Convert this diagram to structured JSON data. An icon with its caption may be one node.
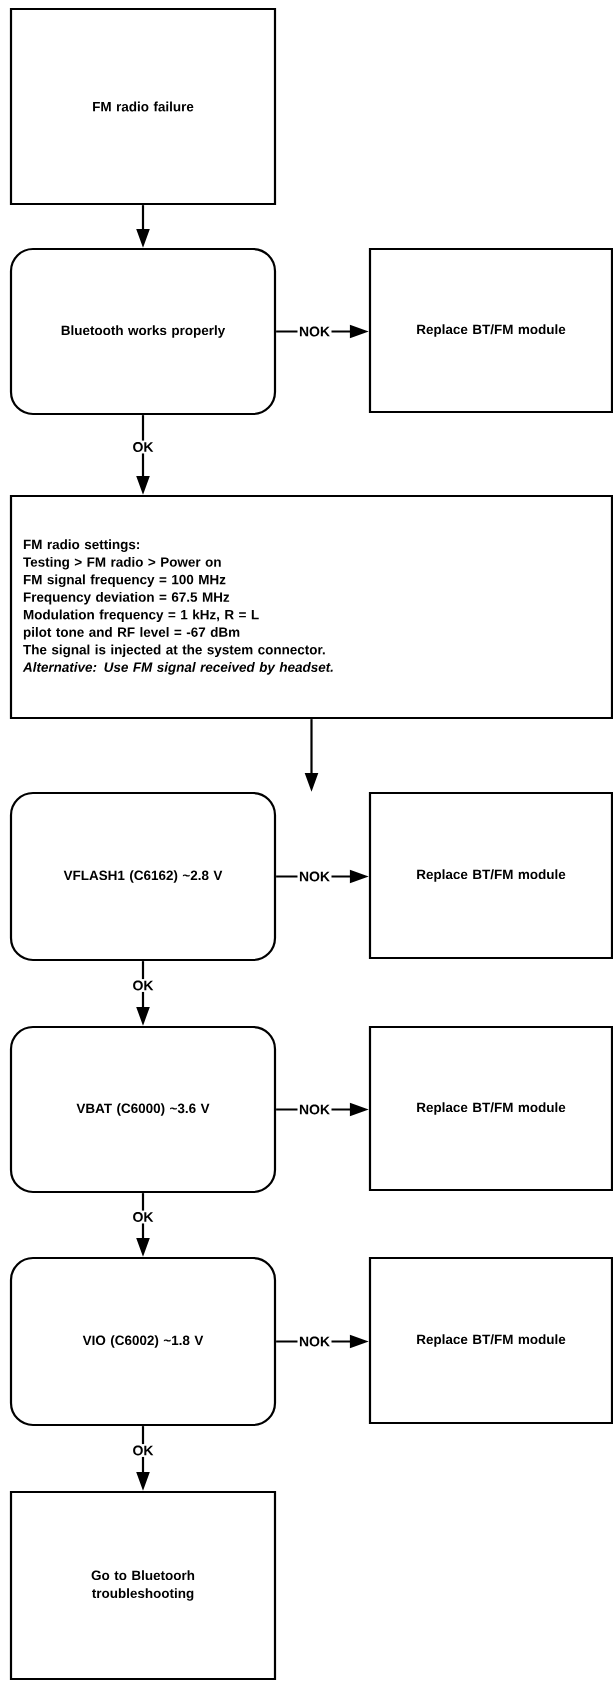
{
  "diagram": {
    "nodes": [
      {
        "text": [
          "FM radio failure"
        ]
      },
      {
        "text": [
          "Bluetooth works properly"
        ]
      },
      {
        "text": [
          "Replace BT/FM module"
        ]
      },
      {
        "text": [
          "FM radio settings:",
          "Testing > FM radio > Power on",
          "FM signal frequency = 100 MHz",
          "Frequency deviation = 67.5 MHz",
          "Modulation frequency = 1 kHz, R = L",
          "pilot tone and RF level = -67 dBm",
          "The signal is injected at the system connector.",
          "Alternative: Use FM signal received by headset."
        ]
      },
      {
        "text": [
          "VFLASH1 (C6162) ~2.8 V"
        ]
      },
      {
        "text": [
          "Replace BT/FM module"
        ]
      },
      {
        "text": [
          "VBAT (C6000) ~3.6 V"
        ]
      },
      {
        "text": [
          "Replace BT/FM module"
        ]
      },
      {
        "text": [
          "VIO (C6002) ~1.8 V"
        ]
      },
      {
        "text": [
          "Replace BT/FM module"
        ]
      },
      {
        "text": [
          "Go to Bluetoorh troubleshooting"
        ]
      }
    ],
    "edges": [
      {
        "from": 0,
        "to": 1,
        "arrow": "to"
      },
      {
        "from": 1,
        "to": 2,
        "arrow": "to",
        "label": "NOK"
      },
      {
        "from": 1,
        "to": 3,
        "arrow": "to",
        "label": "OK"
      },
      {
        "from": 3,
        "to": 4,
        "arrow": "to"
      },
      {
        "from": 4,
        "to": 5,
        "arrow": "to",
        "label": "NOK"
      },
      {
        "from": 4,
        "to": 6,
        "arrow": "to",
        "label": "OK"
      },
      {
        "from": 6,
        "to": 7,
        "arrow": "to",
        "label": "NOK"
      },
      {
        "from": 6,
        "to": 8,
        "arrow": "to",
        "label": "OK"
      },
      {
        "from": 8,
        "to": 9,
        "arrow": "to",
        "label": "NOK"
      },
      {
        "from": 8,
        "to": 10,
        "arrow": "to",
        "label": "OK"
      }
    ]
  }
}
